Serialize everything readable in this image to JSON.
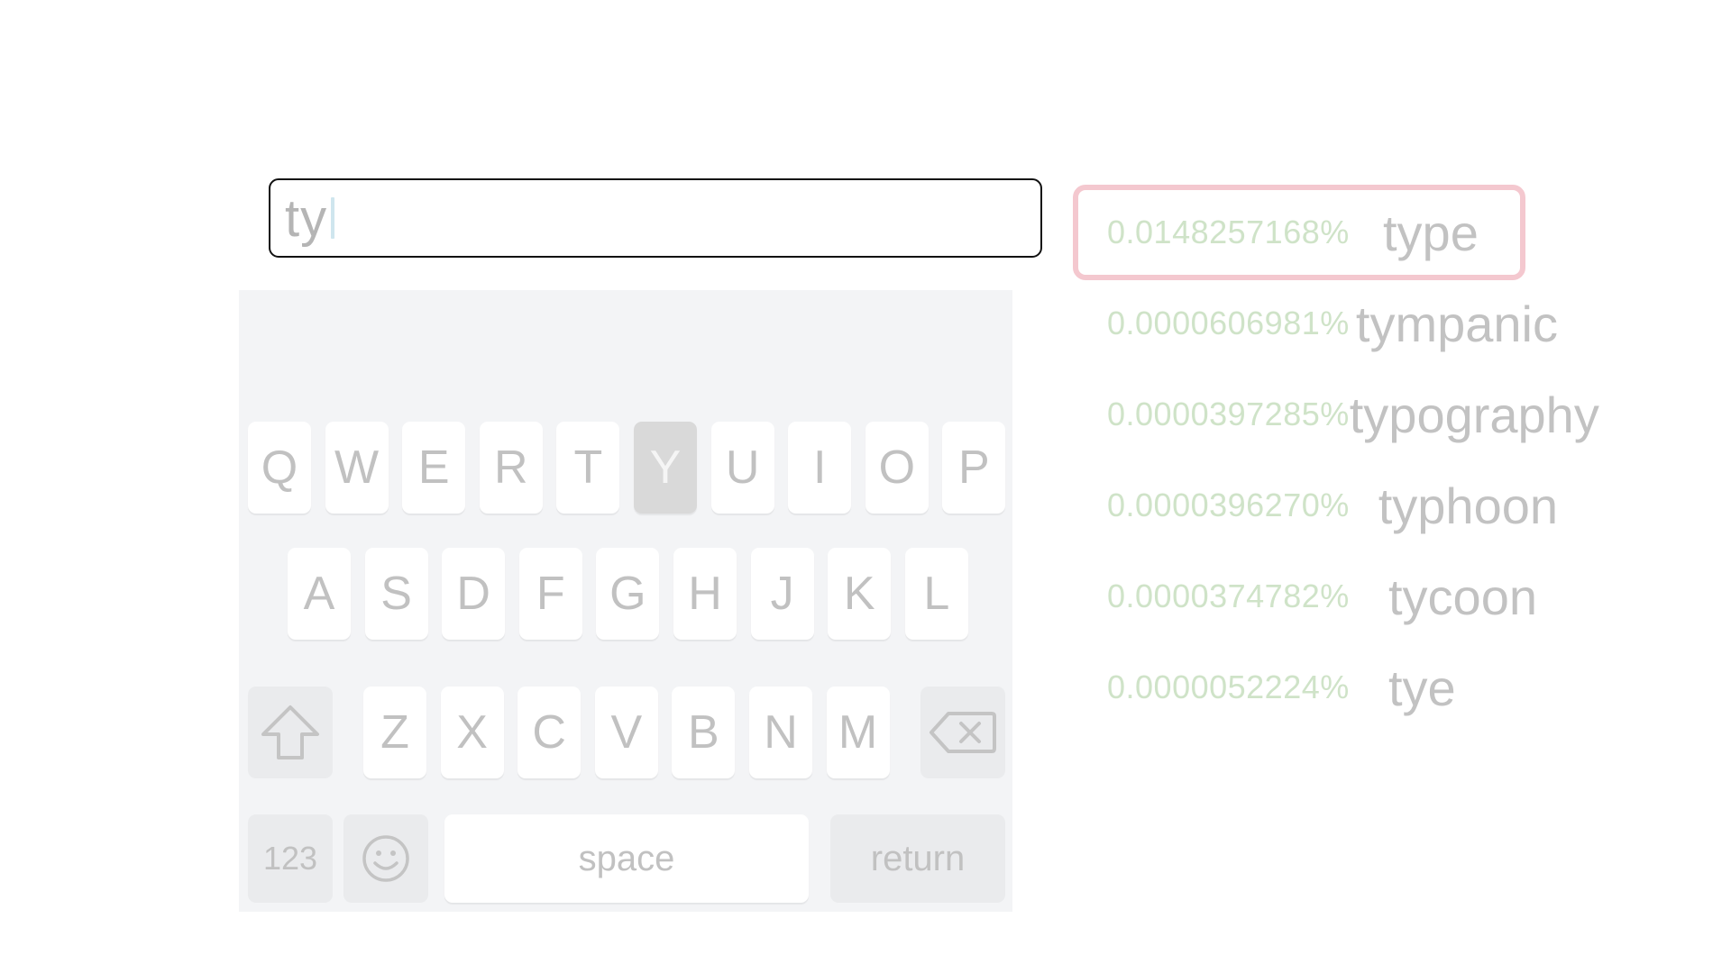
{
  "input": {
    "typed": "ty"
  },
  "keyboard": {
    "row1": [
      "Q",
      "W",
      "E",
      "R",
      "T",
      "Y",
      "U",
      "I",
      "O",
      "P"
    ],
    "row2": [
      "A",
      "S",
      "D",
      "F",
      "G",
      "H",
      "J",
      "K",
      "L"
    ],
    "row3": [
      "Z",
      "X",
      "C",
      "V",
      "B",
      "N",
      "M"
    ],
    "pressed_key": "Y",
    "shift_icon": "shift-arrow-icon",
    "backspace_icon": "backspace-icon",
    "numbers_label": "123",
    "emoji_icon": "smiley-icon",
    "space_label": "space",
    "return_label": "return"
  },
  "suggestions": [
    {
      "pct": "0.0148257168%",
      "word": "type",
      "selected": true
    },
    {
      "pct": "0.0000606981%",
      "word": "tympanic"
    },
    {
      "pct": "0.0000397285%",
      "word": "typography"
    },
    {
      "pct": "0.0000396270%",
      "word": "typhoon"
    },
    {
      "pct": "0.0000374782%",
      "word": "tycoon"
    },
    {
      "pct": "0.0000052224%",
      "word": "tye"
    }
  ],
  "colors": {
    "selection_border": "#f4c8cf",
    "percent_text": "#cfe3c8",
    "key_pressed": "#d9d9d9",
    "keyboard_bg": "#f3f4f6"
  }
}
